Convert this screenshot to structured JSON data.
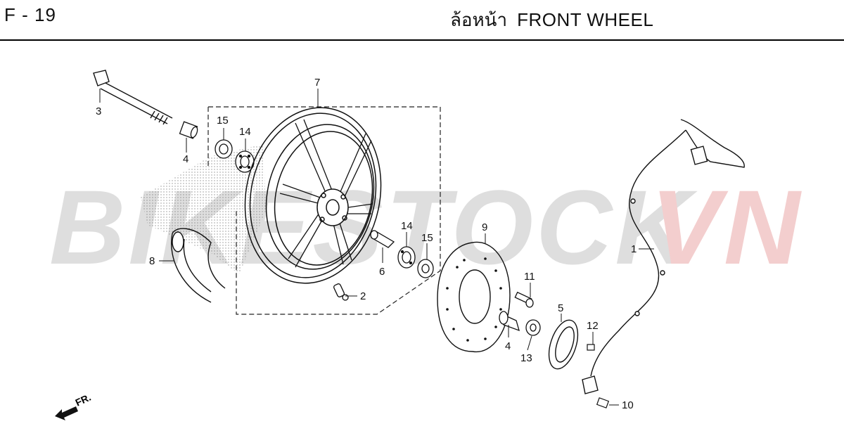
{
  "header": {
    "figure_code": "F - 19",
    "title_thai": "ล้อหน้า",
    "title_en": "FRONT WHEEL"
  },
  "watermark": {
    "text_main": "BIKESTOCK",
    "text_accent": "VN",
    "main_color": "#d9d9d9",
    "accent_color": "#f2c6c6"
  },
  "callouts": [
    {
      "id": "c3",
      "label": "3"
    },
    {
      "id": "c4a",
      "label": "4"
    },
    {
      "id": "c15a",
      "label": "15"
    },
    {
      "id": "c14a",
      "label": "14"
    },
    {
      "id": "c7",
      "label": "7"
    },
    {
      "id": "c8",
      "label": "8"
    },
    {
      "id": "c2",
      "label": "2"
    },
    {
      "id": "c6",
      "label": "6"
    },
    {
      "id": "c14b",
      "label": "14"
    },
    {
      "id": "c15b",
      "label": "15"
    },
    {
      "id": "c9",
      "label": "9"
    },
    {
      "id": "c11",
      "label": "11"
    },
    {
      "id": "c4b",
      "label": "4"
    },
    {
      "id": "c13",
      "label": "13"
    },
    {
      "id": "c5",
      "label": "5"
    },
    {
      "id": "c12",
      "label": "12"
    },
    {
      "id": "c1",
      "label": "1"
    },
    {
      "id": "c10",
      "label": "10"
    }
  ],
  "direction_indicator": {
    "label": "FR."
  }
}
